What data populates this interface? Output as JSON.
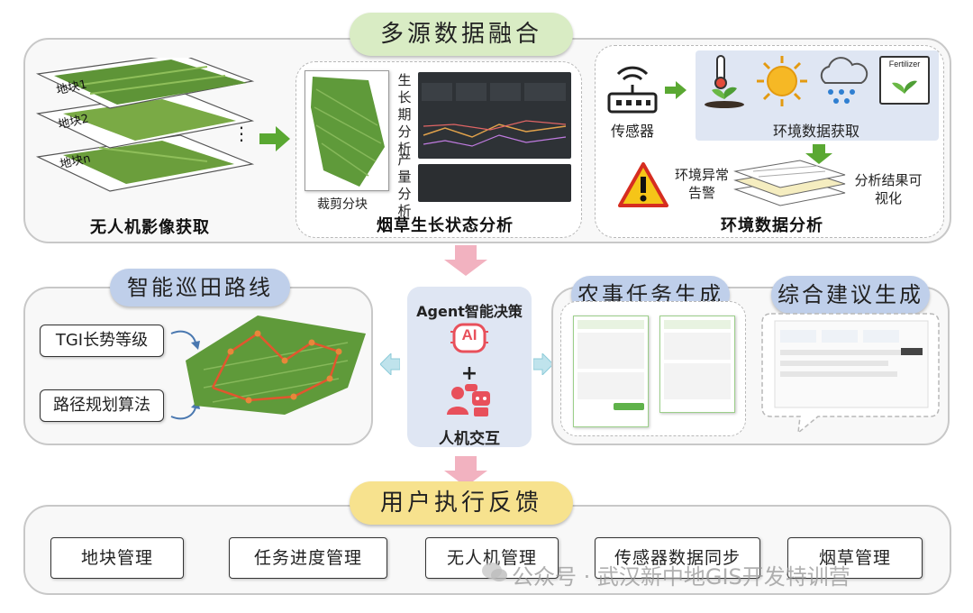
{
  "top": {
    "title": "多源数据融合",
    "uav": {
      "label": "无人机影像获取",
      "layers": [
        "地块1",
        "地块2",
        "地块n"
      ],
      "dots": "⋮"
    },
    "growth": {
      "title": "烟草生长状态分析",
      "crop_label": "裁剪分块",
      "side_a": "生长期分析",
      "side_b": "产量分析"
    },
    "env": {
      "sensor_label": "传感器",
      "fetch_label": "环境数据获取",
      "fertilizer": "Fertilizer",
      "alert_label": "环境异常告警",
      "vis_label": "分析结果可视化",
      "title": "环境数据分析"
    }
  },
  "middle": {
    "left_title": "智能巡田路线",
    "tgi_label": "TGI长势等级",
    "path_label": "路径规划算法",
    "agent_title": "Agent智能决策",
    "ai_icon_text": "AI",
    "plus": "+",
    "interaction_label": "人机交互",
    "task_title": "农事任务生成",
    "advice_title": "综合建议生成"
  },
  "bottom": {
    "title": "用户执行反馈",
    "items": [
      "地块管理",
      "任务进度管理",
      "无人机管理",
      "传感器数据同步",
      "烟草管理"
    ]
  },
  "watermark": "公众号 · 武汉新中地GIS开发特训营",
  "colors": {
    "green_pill": "#d9ecc4",
    "blue_pill": "#bfcfea",
    "yellow_pill": "#f7e28e",
    "arrow_green": "#5aa832",
    "arrow_pink": "#f2b2c0",
    "ai_red": "#e8505b"
  }
}
